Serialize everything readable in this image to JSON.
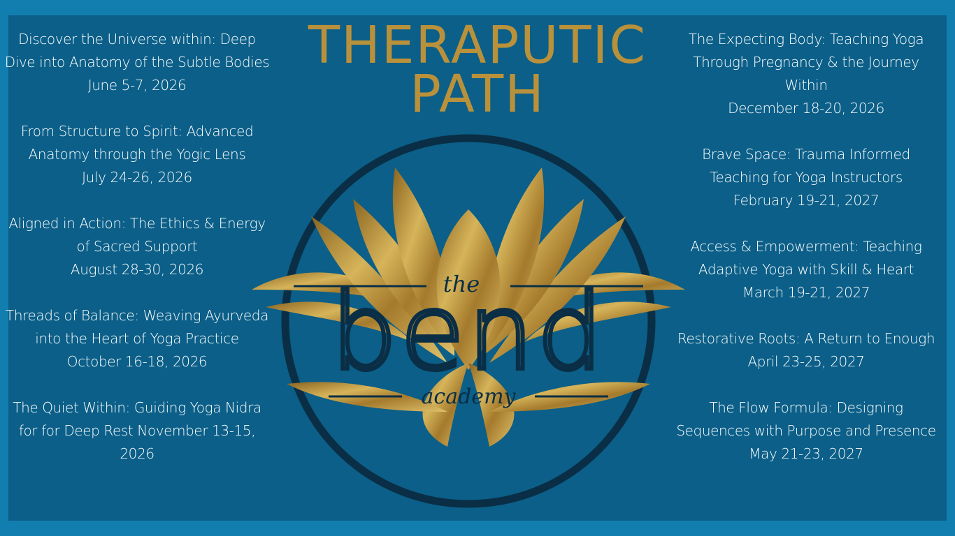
{
  "title": {
    "line1": "THERAPUTIC",
    "line2": "PATH"
  },
  "logo": {
    "top": "the",
    "main": "bend",
    "sub": "academy"
  },
  "colors": {
    "background": "#117eaf",
    "panel": "#0b5f88",
    "gold": "#ba913b",
    "text": "#ffffff"
  },
  "left_events": [
    {
      "name": "Discover the Universe within: Deep Dive into Anatomy of the Subtle Bodies",
      "date": "June 5-7, 2026"
    },
    {
      "name": "From Structure to Spirit: Advanced Anatomy through the Yogic Lens",
      "date": "July 24-26, 2026"
    },
    {
      "name": "Aligned in Action: The Ethics & Energy of Sacred Support",
      "date": "August 28-30, 2026"
    },
    {
      "name": "Threads of Balance:  Weaving Ayurveda into the Heart of Yoga Practice",
      "date": "October 16-18, 2026"
    },
    {
      "name": "The Quiet Within:  Guiding Yoga Nidra for for Deep Rest November 13-15, 2026",
      "date": ""
    }
  ],
  "right_events": [
    {
      "name": "The Expecting Body: Teaching Yoga Through Pregnancy & the Journey Within",
      "date": "December 18-20, 2026"
    },
    {
      "name": "Brave Space: Trauma Informed Teaching for Yoga Instructors",
      "date": "February 19-21, 2027"
    },
    {
      "name": "Access & Empowerment: Teaching Adaptive Yoga with Skill & Heart",
      "date": "March 19-21, 2027"
    },
    {
      "name": "Restorative Roots: A Return to Enough",
      "date": "April 23-25, 2027"
    },
    {
      "name": "The Flow Formula: Designing Sequences with Purpose and Presence",
      "date": "May 21-23, 2027"
    }
  ]
}
